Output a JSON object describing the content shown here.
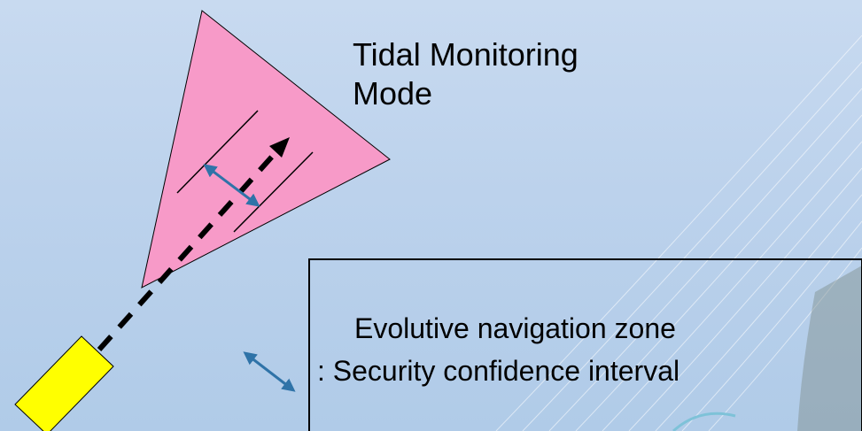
{
  "diagram": {
    "mode_label_line1": "Tidal Monitoring",
    "mode_label_line2": "Mode",
    "legend_line1": "Evolutive navigation zone",
    "legend_line2": ": Security confidence interval"
  },
  "colors": {
    "sector_fill": "#f79ac8",
    "vessel_fill": "#ffff00",
    "interval_arrow": "#2f73a8",
    "outline": "#000000"
  },
  "icons": {
    "vessel": "vessel-icon",
    "course": "course-arrow-icon",
    "interval": "confidence-interval-arrow-icon"
  }
}
